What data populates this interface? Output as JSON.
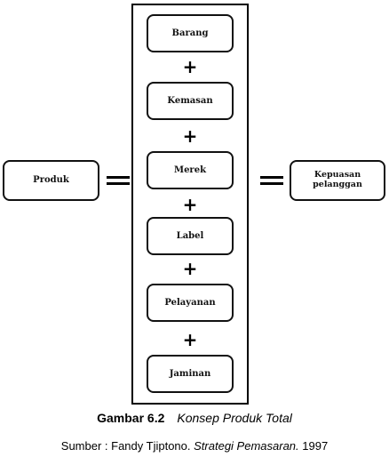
{
  "diagram": {
    "left_box": "Produk",
    "right_box": "Kepuasan pelanggan",
    "items": [
      "Barang",
      "Kemasan",
      "Merek",
      "Label",
      "Pelayanan",
      "Jaminan"
    ],
    "operator_plus": "+",
    "operator_equals": "="
  },
  "caption": {
    "figure_number": "Gambar 6.2",
    "figure_title": "Konsep Produk Total"
  },
  "source": {
    "prefix": "Sumber : Fandy Tjiptono.",
    "book": "Strategi Pemasaran.",
    "year": "1997"
  }
}
